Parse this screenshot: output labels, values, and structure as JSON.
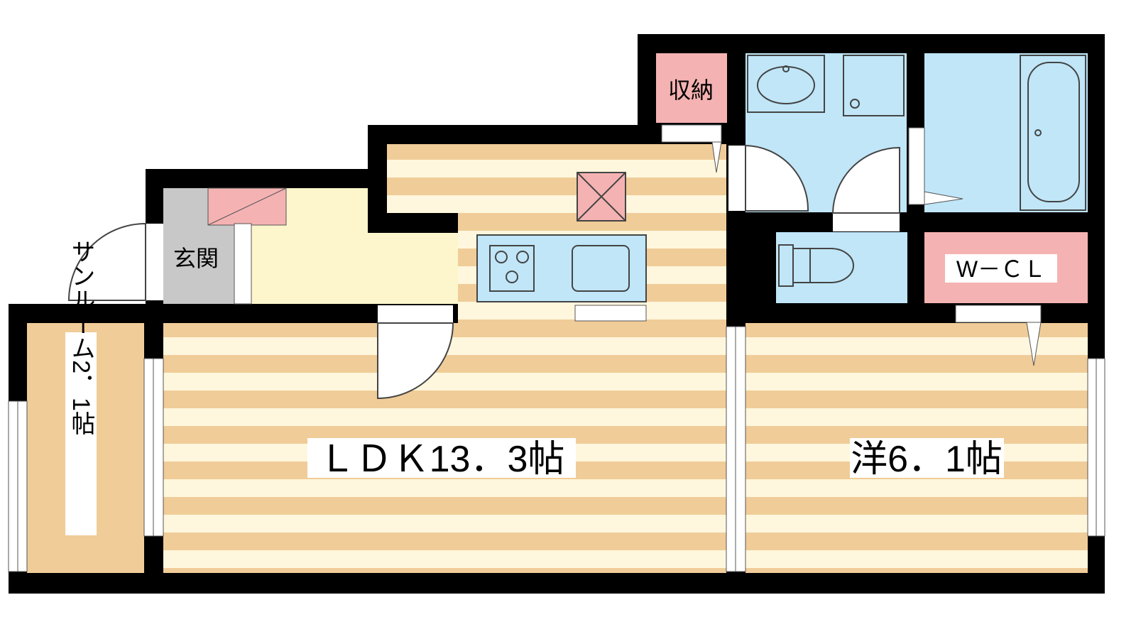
{
  "rooms": {
    "ldk": "ＬＤＫ13．3帖",
    "western": "洋6．1帖",
    "sunroom": "サンルーム2．1帖",
    "entrance": "玄関",
    "storage": "収納",
    "wcl": "W－ＣＬ"
  },
  "colors": {
    "wall": "#000000",
    "floor_stripe": "#f0cc98",
    "floor_light": "#fff7dd",
    "entrance_floor": "#fdf6cc",
    "genkan_tile": "#c8c8c8",
    "water": "#c0e6f8",
    "storage": "#f5b2b2",
    "sunroom": "#f0cc98"
  },
  "icons": [
    "stove-icon",
    "sink-icon",
    "washbasin-icon",
    "toilet-icon",
    "bathtub-icon",
    "ventilation-icon"
  ]
}
